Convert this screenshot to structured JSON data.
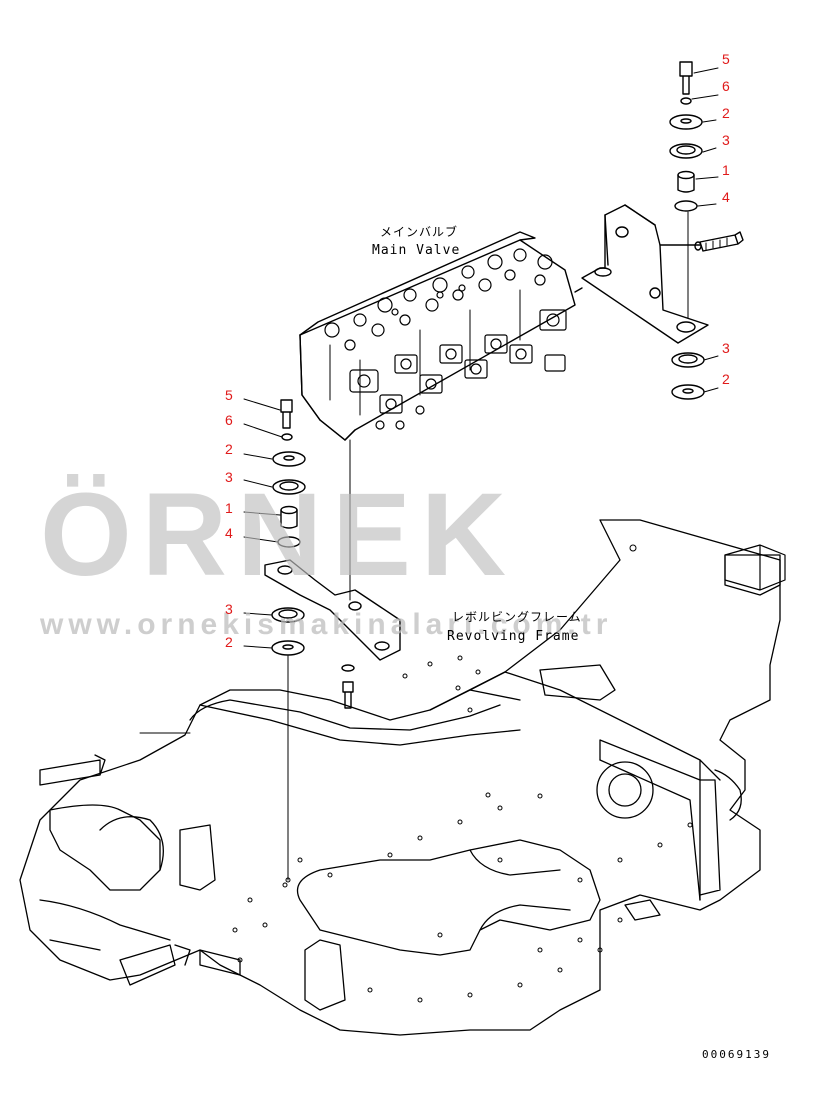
{
  "labels": {
    "main_valve_jp": "メインバルブ",
    "main_valve_en": "Main Valve",
    "frame_jp": "レボルビングフレーム",
    "frame_en": "Revolving Frame",
    "drawing_code": "00069139"
  },
  "watermark": {
    "brand": "ÖRNEK",
    "url": "www.ornekismakinalari.com.tr",
    "colors": {
      "letters": "#c8c8c8",
      "umlaut": "#f3dc8a"
    }
  },
  "callouts": {
    "upper_right": [
      "5",
      "6",
      "2",
      "3",
      "1",
      "4",
      "3",
      "2"
    ],
    "left": [
      "5",
      "6",
      "2",
      "3",
      "1",
      "4",
      "3",
      "2"
    ]
  },
  "colors": {
    "callout": "#e01a1a",
    "line": "#000000"
  }
}
